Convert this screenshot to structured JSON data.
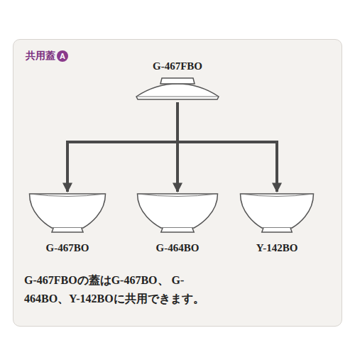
{
  "diagram": {
    "caption": "G-467FBOの蓋はG-467BO、 G-464BO、Y-142BOに共用できます。",
    "nodes": [
      {
        "text": [
          "G-467FBO"
        ]
      },
      {
        "text": [
          "G-467BO"
        ]
      },
      {
        "text": [
          "G-464BO"
        ]
      },
      {
        "text": [
          "Y-142BO"
        ]
      }
    ],
    "edges": [
      {
        "from": 0,
        "to": 1,
        "arrow": "to"
      },
      {
        "from": 0,
        "to": 2,
        "arrow": "to"
      },
      {
        "from": 0,
        "to": 3,
        "arrow": "to"
      }
    ],
    "labels": [
      "共用蓋",
      "A"
    ]
  }
}
